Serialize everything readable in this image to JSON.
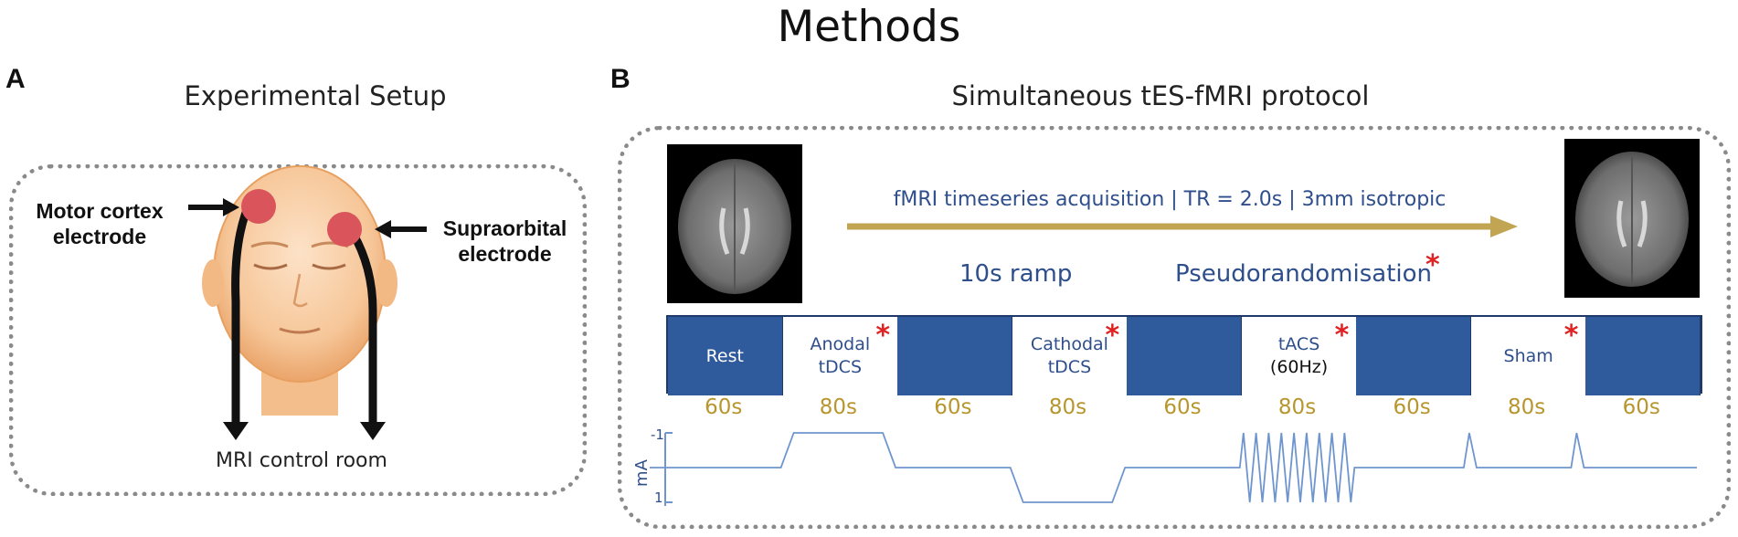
{
  "title": "Methods",
  "panel_a": {
    "letter": "A",
    "title": "Experimental Setup",
    "left_label": "Motor cortex\nelectrode",
    "right_label": "Supraorbital\nelectrode",
    "bottom_label": "MRI control room"
  },
  "panel_b": {
    "letter": "B",
    "title": "Simultaneous tES-fMRI protocol",
    "acquisition_label": "fMRI timeseries acquisition | TR = 2.0s | 3mm isotropic",
    "ramp_label": "10s ramp",
    "pseudo_label": "Pseudorandomisation",
    "star": "*",
    "segments": [
      {
        "label": "Rest",
        "sub": "",
        "filled": true,
        "duration": "60s",
        "star": false
      },
      {
        "label": "Anodal",
        "sub": "tDCS",
        "filled": false,
        "duration": "80s",
        "star": true
      },
      {
        "label": "",
        "sub": "",
        "filled": true,
        "duration": "60s",
        "star": false
      },
      {
        "label": "Cathodal",
        "sub": "tDCS",
        "filled": false,
        "duration": "80s",
        "star": true
      },
      {
        "label": "",
        "sub": "",
        "filled": true,
        "duration": "60s",
        "star": false
      },
      {
        "label": "tACS",
        "sub": "(60Hz)",
        "filled": false,
        "duration": "80s",
        "star": true
      },
      {
        "label": "",
        "sub": "",
        "filled": true,
        "duration": "60s",
        "star": false
      },
      {
        "label": "Sham",
        "sub": "",
        "filled": false,
        "duration": "80s",
        "star": true
      },
      {
        "label": "",
        "sub": "",
        "filled": true,
        "duration": "60s",
        "star": false
      }
    ],
    "current_axis": {
      "label": "mA",
      "top_tick": "-1",
      "bottom_tick": "1"
    }
  },
  "colors": {
    "blue_block": "#2f5a9b",
    "blue_text": "#2e4e8c",
    "gold": "#b8962e",
    "star_red": "#e02222",
    "electrode": "#d9555b",
    "waveform": "#6f95cf"
  }
}
